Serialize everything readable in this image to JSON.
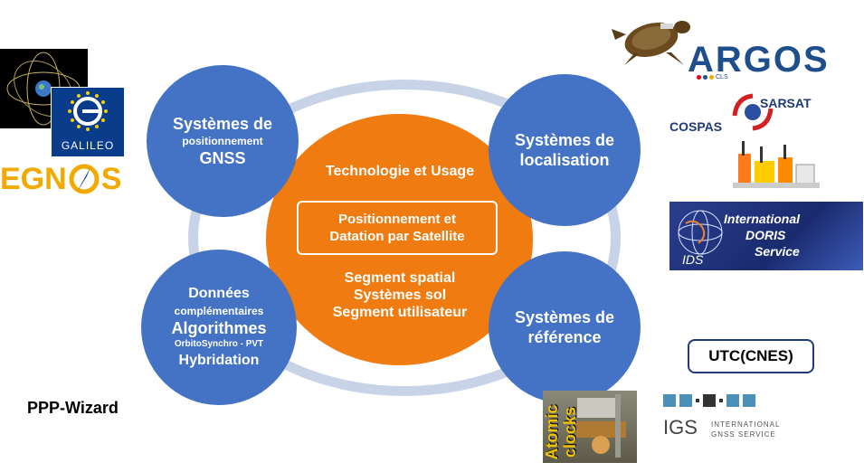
{
  "center": {
    "title": "Technologie et Usage",
    "box_line1": "Positionnement et",
    "box_line2": "Datation par Satellite",
    "seg1": "Segment spatial",
    "seg2": "Systèmes sol",
    "seg3": "Segment utilisateur"
  },
  "nodes": {
    "tl": {
      "l1": "Systèmes de",
      "l2": "positionnement",
      "l3": "GNSS"
    },
    "tr": {
      "l1": "Systèmes de",
      "l2": "localisation"
    },
    "bl": {
      "l1": "Données",
      "l2": "complémentaires",
      "l3": "Algorithmes",
      "l4": "OrbitoSynchro - PVT",
      "l5": "Hybridation"
    },
    "br": {
      "l1": "Systèmes de",
      "l2": "référence"
    }
  },
  "logos": {
    "galileo": "GALILEO",
    "egnos_a": "EGN",
    "egnos_b": "S",
    "argos": "ARGOS",
    "argos_sub": "CLS",
    "cospas": "COSPAS",
    "sarsat": "SARSAT",
    "ids1": "International",
    "ids2": "DORIS",
    "ids3": "Service",
    "ids_abbr": "IDS",
    "utc": "UTC(CNES)",
    "igs": "IGS",
    "igs_l1": "INTERNATIONAL",
    "igs_l2": "GNSS SERVICE",
    "atomic1": "Atomic",
    "atomic2": "clocks",
    "ppp": "PPP-Wizard"
  },
  "colors": {
    "blue": "#4472c4",
    "orange": "#f07b10",
    "ring": "#c9d3e8"
  }
}
